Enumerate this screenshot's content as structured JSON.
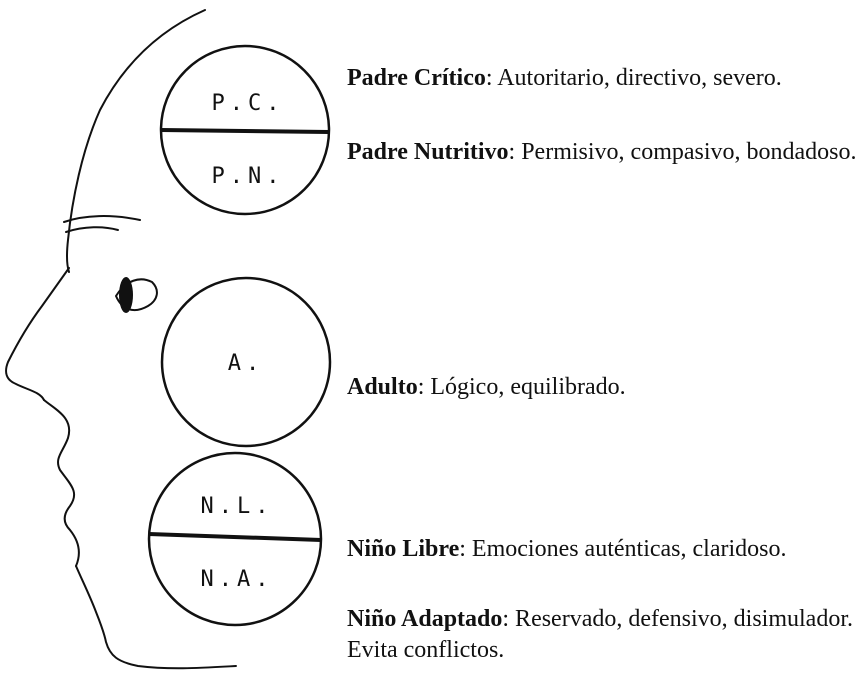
{
  "circles": {
    "top": {
      "upper_label": "P.C.",
      "lower_label": "P.N."
    },
    "middle": {
      "label": "A."
    },
    "bottom": {
      "upper_label": "N.L.",
      "lower_label": "N.A."
    }
  },
  "descriptions": {
    "padre_critico": {
      "term": "Padre Crítico",
      "text": ": Autoritario, directivo, severo."
    },
    "padre_nutritivo": {
      "term": "Padre Nutritivo",
      "text": ": Permisivo, compasivo, bondadoso."
    },
    "adulto": {
      "term": "Adulto",
      "text": ": Lógico, equilibrado."
    },
    "nino_libre": {
      "term": "Niño Libre",
      "text": ": Emociones auténticas, claridoso."
    },
    "nino_adaptado": {
      "term": "Niño Adaptado",
      "text": ": Reservado, defensivo, disimulador. Evita conflictos."
    }
  },
  "colors": {
    "ink": "#111111",
    "background": "#ffffff"
  }
}
